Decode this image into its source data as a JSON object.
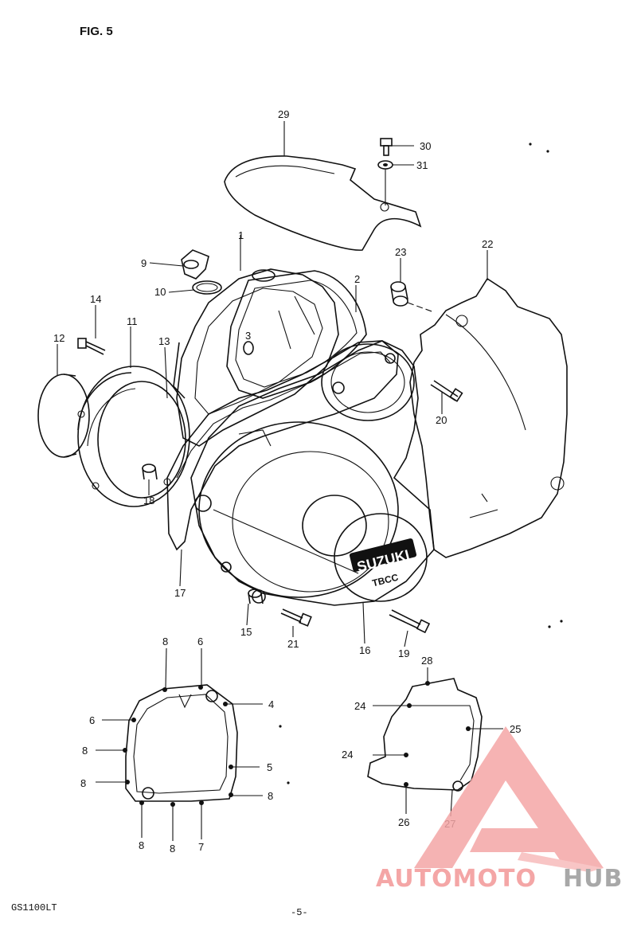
{
  "header": {
    "figure_label": "FIG. 5"
  },
  "footer": {
    "model": "GS1100LT",
    "page": "-5-"
  },
  "emblem": {
    "brand": "SUZUKI",
    "sub": "TBCC"
  },
  "watermark": {
    "part1": "AUTOMOTO",
    "part2": "HUB",
    "color_primary": "#f4a6a6",
    "color_hub": "#a8a8a8"
  },
  "callouts": {
    "c29": "29",
    "c30": "30",
    "c31": "31",
    "c9": "9",
    "c10": "10",
    "c1": "1",
    "c2": "2",
    "c3": "3",
    "c23": "23",
    "c22": "22",
    "c14": "14",
    "c11": "11",
    "c12": "12",
    "c13": "13",
    "c20": "20",
    "c18": "18",
    "c17": "17",
    "c15": "15",
    "c21": "21",
    "c16": "16",
    "c19": "19",
    "g_8a": "8",
    "g_6a": "6",
    "g_4": "4",
    "g_6b": "6",
    "g_8b": "8",
    "g_5": "5",
    "g_8c": "8",
    "g_8d": "8",
    "g_8e": "8",
    "g_8f": "8",
    "g_7": "7",
    "s_28": "28",
    "s_24a": "24",
    "s_25": "25",
    "s_24b": "24",
    "s_26": "26",
    "s_27": "27"
  }
}
